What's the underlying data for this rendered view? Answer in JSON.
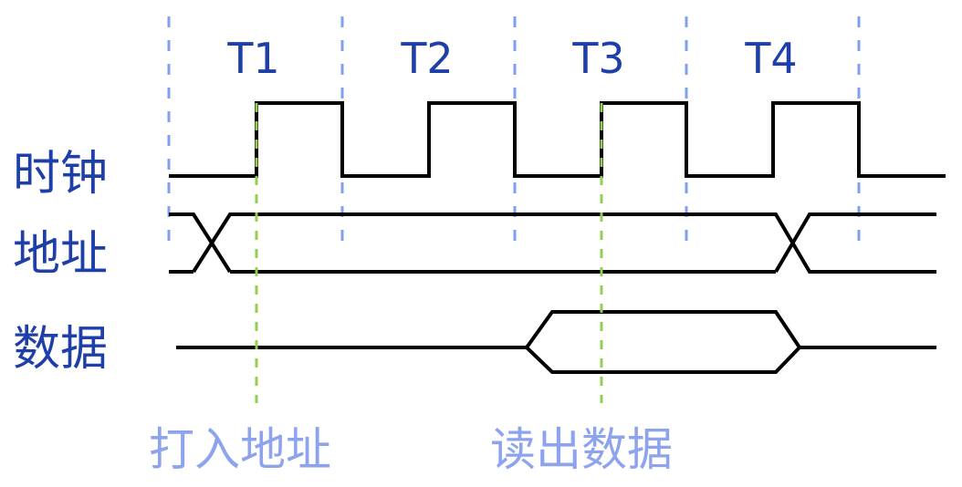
{
  "periods": [
    "T1",
    "T2",
    "T3",
    "T4"
  ],
  "signals": {
    "clock": "时钟",
    "address": "地址",
    "data": "数据"
  },
  "annotations": {
    "latch_address": "打入地址",
    "read_data": "读出数据"
  },
  "colors": {
    "period_text": "#1f3fa8",
    "signal_text": "#1f3fa8",
    "annotation_text": "#8ea3ee",
    "divider_dash": "#7f9ff0",
    "sample_dash": "#8fd14f",
    "waveform": "#000000"
  }
}
